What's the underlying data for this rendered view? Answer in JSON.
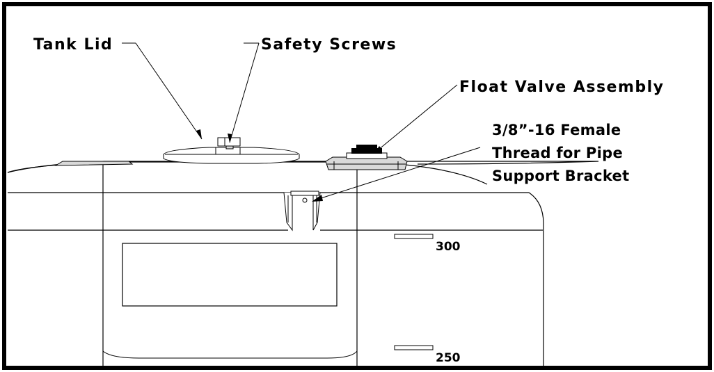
{
  "labels": {
    "tank_lid": "Tank Lid",
    "safety_screws": "Safety Screws",
    "float_valve": "Float Valve Assembly",
    "thread_line1": "3/8”-16 Female",
    "thread_line2": "Thread for Pipe",
    "thread_line3": "Support Bracket"
  },
  "level_marks": [
    "300",
    "250"
  ]
}
